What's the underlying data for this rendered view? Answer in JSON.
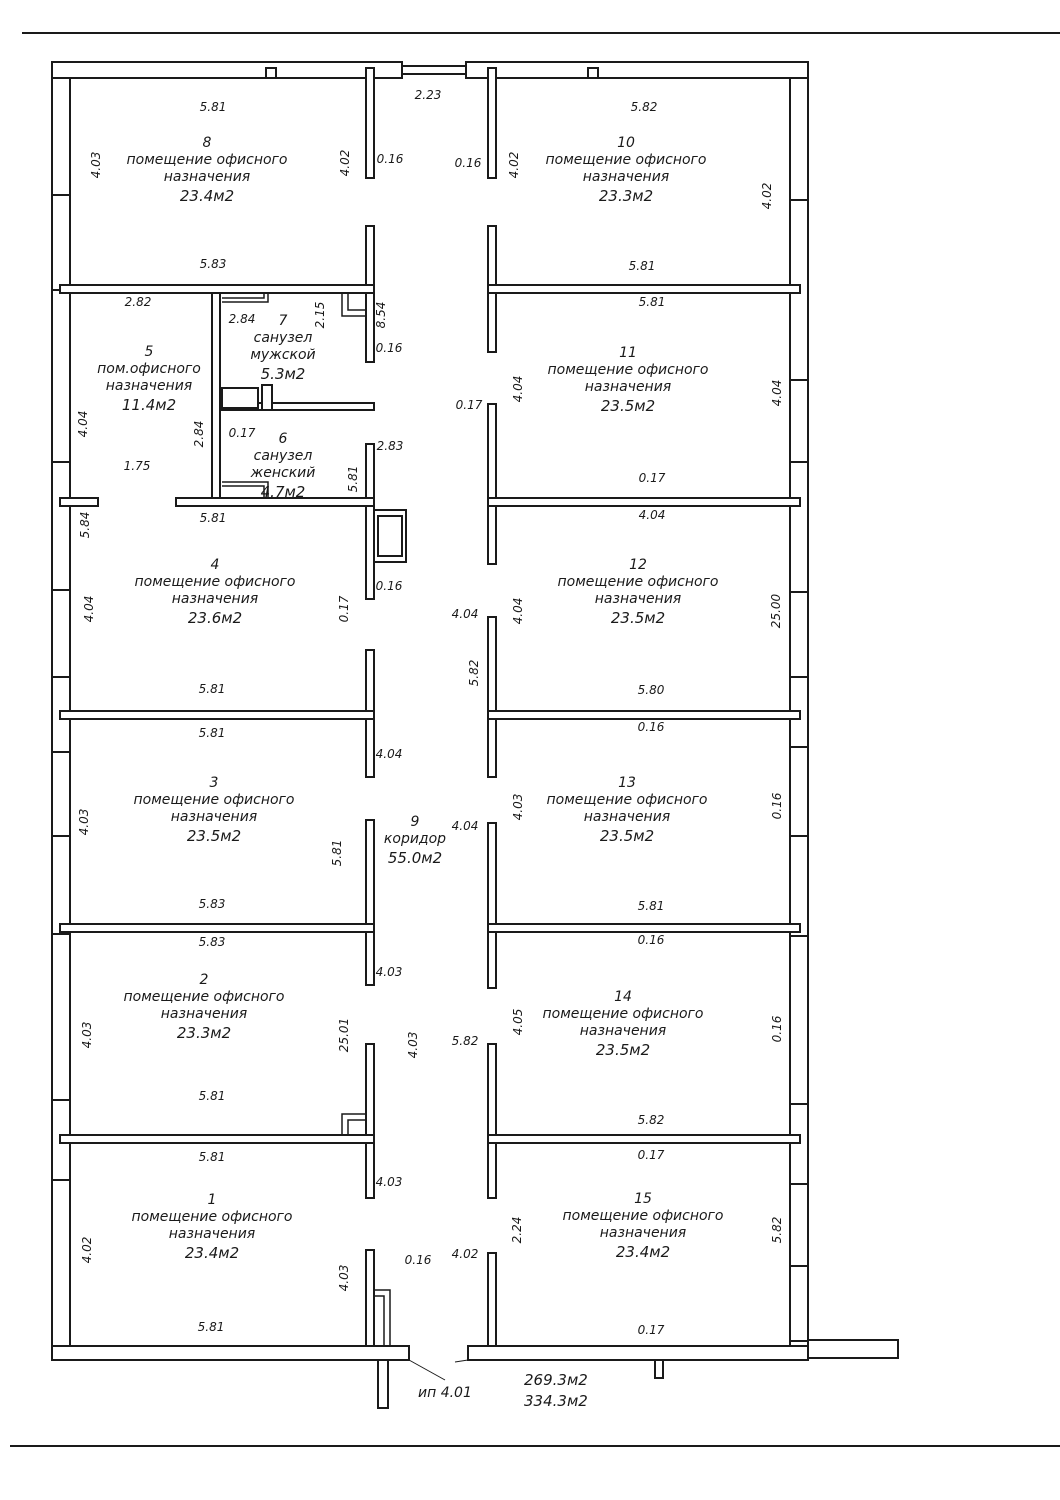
{
  "rooms": [
    {
      "num": "8",
      "name1": "помещение офисного",
      "name2": "назначения",
      "area": "23.4м2"
    },
    {
      "num": "10",
      "name1": "помещение офисного",
      "name2": "назначения",
      "area": "23.3м2"
    },
    {
      "num": "5",
      "name1": "пом.офисного",
      "name2": "назначения",
      "area": "11.4м2"
    },
    {
      "num": "7",
      "name1": "санузел",
      "name2": "мужской",
      "area": "5.3м2"
    },
    {
      "num": "6",
      "name1": "санузел",
      "name2": "женский",
      "area": "4.7м2"
    },
    {
      "num": "11",
      "name1": "помещение офисного",
      "name2": "назначения",
      "area": "23.5м2"
    },
    {
      "num": "4",
      "name1": "помещение офисного",
      "name2": "назначения",
      "area": "23.6м2"
    },
    {
      "num": "12",
      "name1": "помещение офисного",
      "name2": "назначения",
      "area": "23.5м2"
    },
    {
      "num": "3",
      "name1": "помещение офисного",
      "name2": "назначения",
      "area": "23.5м2"
    },
    {
      "num": "9",
      "name1": "коридор",
      "name2": "",
      "area": "55.0м2"
    },
    {
      "num": "13",
      "name1": "помещение офисного",
      "name2": "назначения",
      "area": "23.5м2"
    },
    {
      "num": "2",
      "name1": "помещение офисного",
      "name2": "назначения",
      "area": "23.3м2"
    },
    {
      "num": "14",
      "name1": "помещение офисного",
      "name2": "назначения",
      "area": "23.5м2"
    },
    {
      "num": "1",
      "name1": "помещение офисного",
      "name2": "назначения",
      "area": "23.4м2"
    },
    {
      "num": "15",
      "name1": "помещение офисного",
      "name2": "назначения",
      "area": "23.4м2"
    }
  ],
  "dimensions": [
    "5.81",
    "2.23",
    "5.82",
    "4.03",
    "4.02",
    "0.16",
    "0.16",
    "4.02",
    "4.02",
    "5.83",
    "5.81",
    "2.82",
    "5.81",
    "2.84",
    "2.15",
    "8.54",
    "0.16",
    "4.04",
    "0.17",
    "4.04",
    "4.04",
    "2.84",
    "0.17",
    "2.83",
    "1.75",
    "5.81",
    "0.17",
    "5.84",
    "5.81",
    "4.04",
    "4.04",
    "0.17",
    "0.16",
    "4.04",
    "4.04",
    "25.00",
    "5.82",
    "5.81",
    "5.80",
    "5.81",
    "0.16",
    "4.04",
    "4.03",
    "4.03",
    "0.16",
    "4.04",
    "5.81",
    "5.83",
    "5.81",
    "5.83",
    "0.16",
    "4.03",
    "4.03",
    "25.01",
    "4.03",
    "4.05",
    "0.16",
    "5.82",
    "5.81",
    "5.82",
    "5.81",
    "0.17",
    "4.03",
    "4.02",
    "2.24",
    "0.16",
    "4.02",
    "4.03",
    "5.82",
    "5.81",
    "0.17"
  ],
  "footer": {
    "elevation": "ип 4.01",
    "area_total_1": "269.3м2",
    "area_total_2": "334.3м2"
  }
}
